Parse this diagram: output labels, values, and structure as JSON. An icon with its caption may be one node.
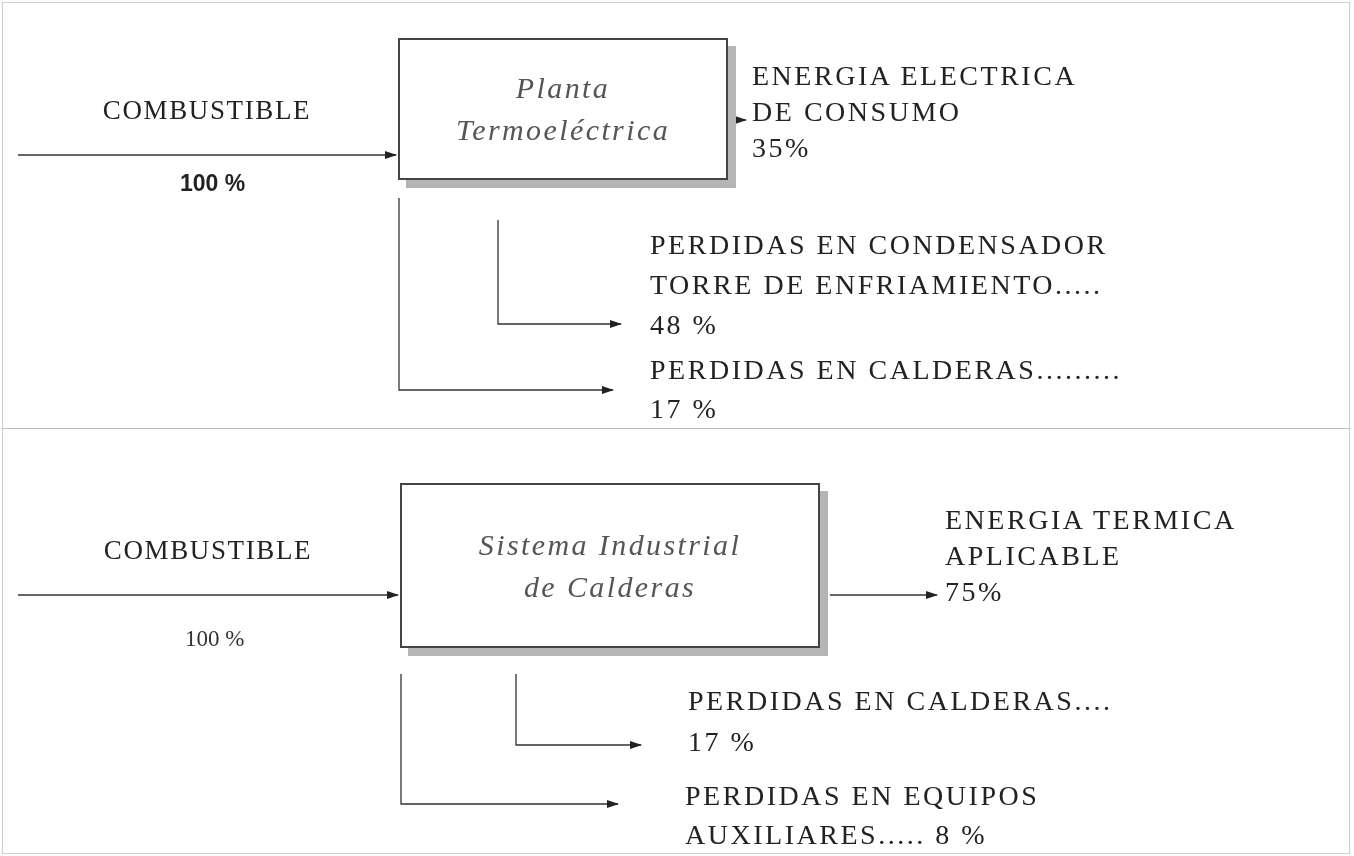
{
  "diagram": {
    "nodes": [
      {
        "text": [
          "Planta Termoeléctrica"
        ]
      },
      {
        "text": [
          "ENERGIA ELECTRICA DE CONSUMO",
          "35%"
        ]
      },
      {
        "text": [
          "PERDIDAS EN CONDENSADOR TORRE DE ENFRIAMIENTO.....",
          "48 %"
        ]
      },
      {
        "text": [
          "PERDIDAS EN CALDERAS.........",
          "17 %"
        ]
      },
      {
        "text": [
          "Sistema Industrial de Calderas"
        ]
      },
      {
        "text": [
          "ENERGIA TERMICA APLICABLE",
          "75%"
        ]
      },
      {
        "text": [
          "PERDIDAS EN CALDERAS....",
          "17 %"
        ]
      },
      {
        "text": [
          "PERDIDAS EN EQUIPOS AUXILIARES..... 8 %"
        ]
      }
    ],
    "edges": [
      {
        "from": null,
        "to": 0,
        "arrow": "to",
        "label": "COMBUSTIBLE"
      },
      {
        "from": 0,
        "to": 1,
        "arrow": "to"
      },
      {
        "from": 0,
        "to": 2,
        "arrow": "to"
      },
      {
        "from": 0,
        "to": 3,
        "arrow": "to"
      },
      {
        "from": null,
        "to": 4,
        "arrow": "to",
        "label": "COMBUSTIBLE"
      },
      {
        "from": 4,
        "to": 5,
        "arrow": "to"
      },
      {
        "from": 4,
        "to": 6,
        "arrow": "to"
      },
      {
        "from": 4,
        "to": 7,
        "arrow": "to"
      }
    ],
    "labels": [
      "100 %",
      "100 %"
    ]
  }
}
